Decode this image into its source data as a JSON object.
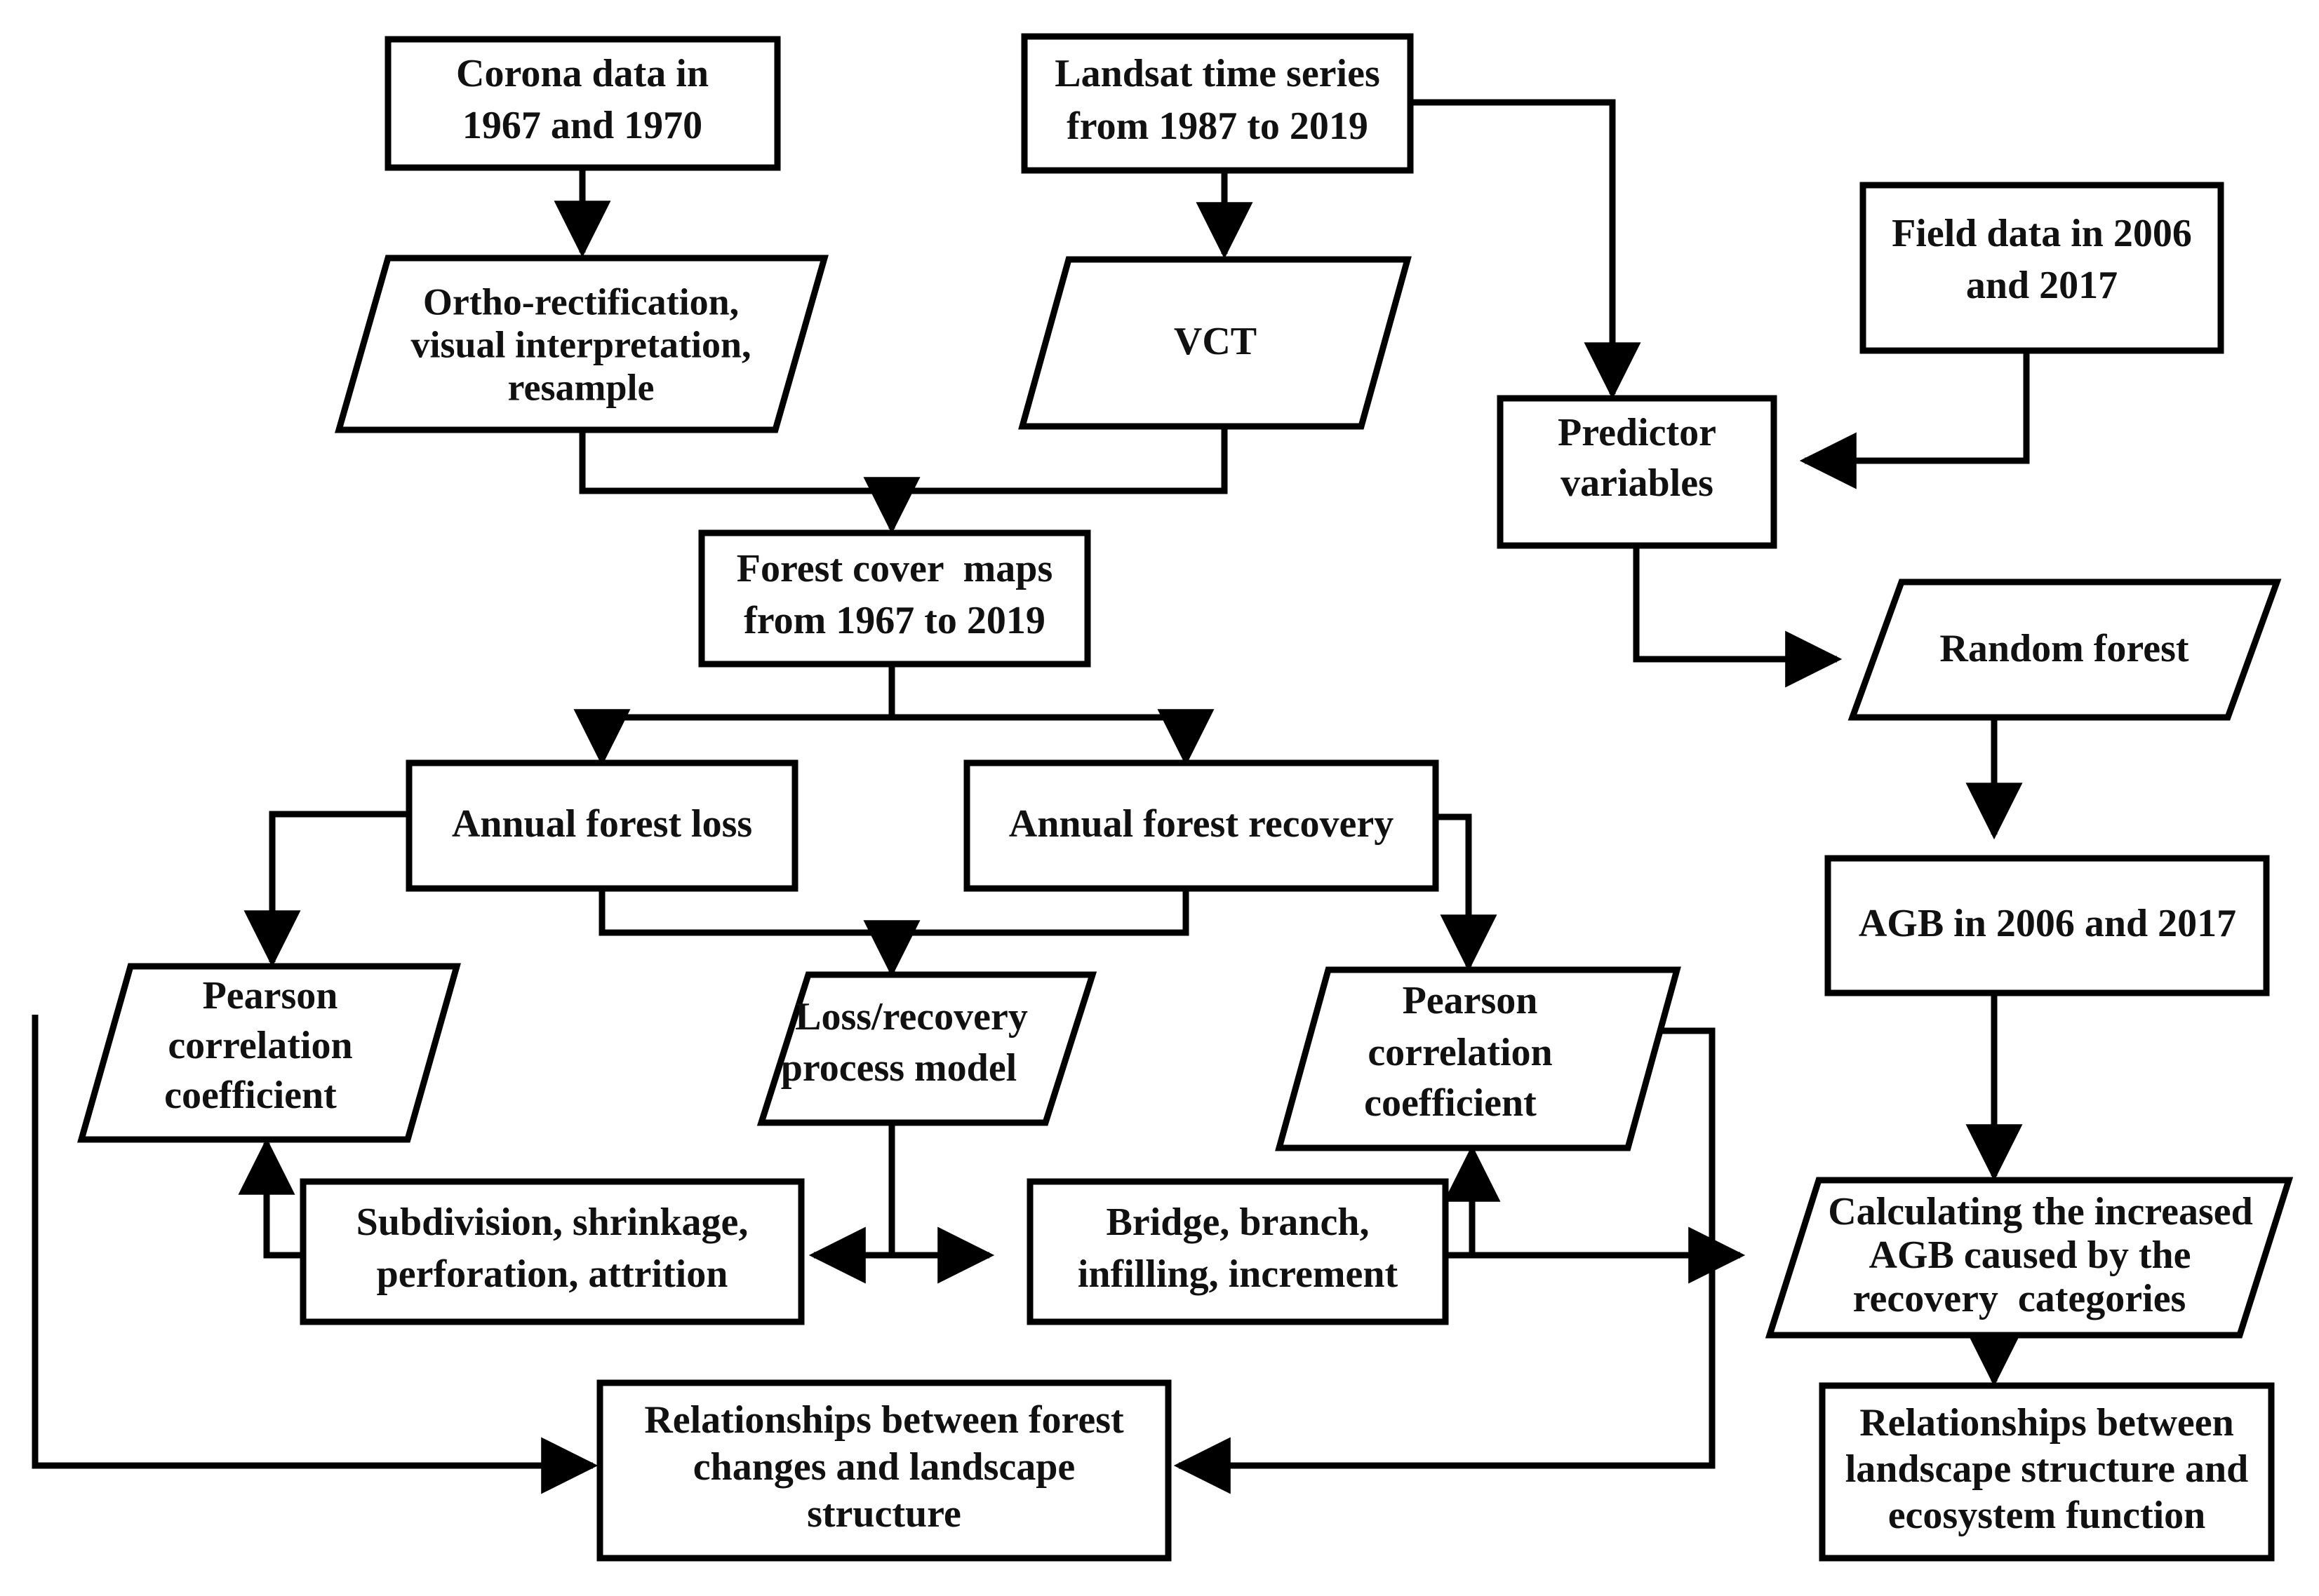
{
  "diagram": {
    "title": "Forest change and AGB analysis workflow",
    "colors": {
      "stroke": "#000000",
      "fill": "#ffffff",
      "text": "#111111"
    },
    "nodes": {
      "corona_data": {
        "shape": "rectangle",
        "lines": [
          "Corona data in",
          "1967 and 1970"
        ]
      },
      "landsat_series": {
        "shape": "rectangle",
        "lines": [
          "Landsat time series",
          "from 1987 to 2019"
        ]
      },
      "field_data": {
        "shape": "rectangle",
        "lines": [
          "Field data in 2006",
          "and 2017"
        ]
      },
      "ortho_process": {
        "shape": "parallelogram",
        "lines": [
          "Ortho-rectification,",
          "visual interpretation,",
          "resample"
        ]
      },
      "vct": {
        "shape": "parallelogram",
        "lines": [
          "VCT"
        ]
      },
      "predictor_variables": {
        "shape": "rectangle",
        "lines": [
          "Predictor",
          "variables"
        ]
      },
      "forest_cover_maps": {
        "shape": "rectangle",
        "lines": [
          "Forest cover  maps",
          "from 1967 to 2019"
        ]
      },
      "random_forest": {
        "shape": "parallelogram",
        "lines": [
          "Random forest"
        ]
      },
      "annual_forest_loss": {
        "shape": "rectangle",
        "lines": [
          "Annual forest loss"
        ]
      },
      "annual_forest_recovery": {
        "shape": "rectangle",
        "lines": [
          "Annual forest recovery"
        ]
      },
      "agb_2006_2017": {
        "shape": "rectangle",
        "lines": [
          "AGB in 2006 and 2017"
        ]
      },
      "pearson_left": {
        "shape": "parallelogram",
        "lines": [
          "Pearson",
          "correlation",
          "coefficient"
        ]
      },
      "loss_recovery_model": {
        "shape": "parallelogram",
        "lines": [
          "Loss/recovery",
          "process model"
        ]
      },
      "pearson_right": {
        "shape": "parallelogram",
        "lines": [
          "Pearson",
          "correlation",
          "coefficient"
        ]
      },
      "loss_categories": {
        "shape": "rectangle",
        "lines": [
          "Subdivision, shrinkage,",
          "perforation, attrition"
        ]
      },
      "recovery_categories": {
        "shape": "rectangle",
        "lines": [
          "Bridge, branch,",
          "infilling, increment"
        ]
      },
      "calculating_agb": {
        "shape": "parallelogram",
        "lines": [
          "Calculating the increased",
          "AGB caused by the",
          "recovery  categories"
        ]
      },
      "relationships_forest": {
        "shape": "rectangle",
        "lines": [
          "Relationships between forest",
          "changes and landscape",
          "structure"
        ]
      },
      "relationships_ecosystem": {
        "shape": "rectangle",
        "lines": [
          "Relationships between",
          "landscape structure and",
          "ecosystem function"
        ]
      }
    },
    "edges": [
      {
        "from": "corona_data",
        "to": "ortho_process",
        "arrow": "single"
      },
      {
        "from": "landsat_series",
        "to": "vct",
        "arrow": "single"
      },
      {
        "from": "landsat_series",
        "to": "predictor_variables",
        "arrow": "single"
      },
      {
        "from": "field_data",
        "to": "predictor_variables",
        "arrow": "single"
      },
      {
        "from": "ortho_process",
        "to": "forest_cover_maps",
        "arrow": "single"
      },
      {
        "from": "vct",
        "to": "forest_cover_maps",
        "arrow": "single"
      },
      {
        "from": "predictor_variables",
        "to": "random_forest",
        "arrow": "single"
      },
      {
        "from": "random_forest",
        "to": "agb_2006_2017",
        "arrow": "single"
      },
      {
        "from": "forest_cover_maps",
        "to": "annual_forest_loss",
        "arrow": "single"
      },
      {
        "from": "forest_cover_maps",
        "to": "annual_forest_recovery",
        "arrow": "single"
      },
      {
        "from": "annual_forest_loss",
        "to": "pearson_left",
        "arrow": "single"
      },
      {
        "from": "annual_forest_loss",
        "to": "loss_recovery_model",
        "arrow": "single"
      },
      {
        "from": "annual_forest_recovery",
        "to": "loss_recovery_model",
        "arrow": "single"
      },
      {
        "from": "annual_forest_recovery",
        "to": "pearson_right",
        "arrow": "single"
      },
      {
        "from": "loss_recovery_model",
        "to": "loss_categories",
        "arrow": "single"
      },
      {
        "from": "loss_recovery_model",
        "to": "recovery_categories",
        "arrow": "single"
      },
      {
        "from": "loss_categories",
        "to": "pearson_left",
        "arrow": "single"
      },
      {
        "from": "recovery_categories",
        "to": "pearson_right",
        "arrow": "single"
      },
      {
        "from": "recovery_categories",
        "to": "calculating_agb",
        "arrow": "single"
      },
      {
        "from": "agb_2006_2017",
        "to": "calculating_agb",
        "arrow": "single"
      },
      {
        "from": "calculating_agb",
        "to": "relationships_ecosystem",
        "arrow": "single"
      },
      {
        "from": "pearson_left",
        "to": "relationships_forest",
        "arrow": "single"
      },
      {
        "from": "pearson_right",
        "to": "relationships_forest",
        "arrow": "single"
      }
    ]
  }
}
